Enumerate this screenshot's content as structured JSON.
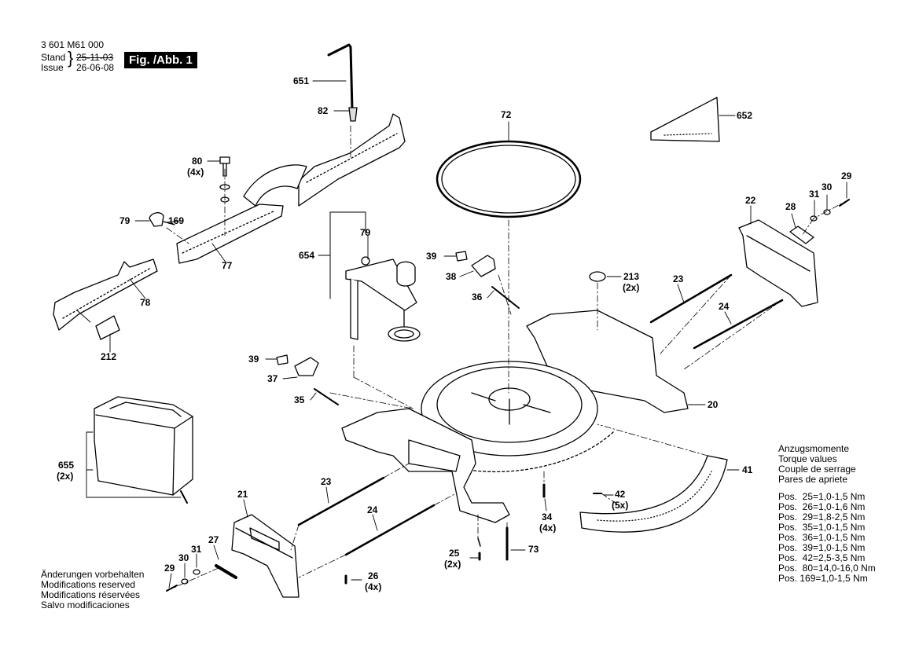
{
  "header": {
    "part_number": "3 601 M61 000",
    "stand_label": "Stand",
    "issue_label": "Issue",
    "old_date": "25-11-03",
    "new_date": "26-06-08",
    "figure": "Fig. /Abb. 1"
  },
  "parts": {
    "p651": "651",
    "p82": "82",
    "p80": "80",
    "p80q": "(4x)",
    "p79a": "79",
    "p169": "169",
    "p77": "77",
    "p78": "78",
    "p212": "212",
    "p654": "654",
    "p79b": "79",
    "p72": "72",
    "p652": "652",
    "p39a": "39",
    "p38": "38",
    "p36": "36",
    "p213": "213",
    "p213q": "(2x)",
    "p22": "22",
    "p28": "28",
    "p31a": "31",
    "p30a": "30",
    "p29a": "29",
    "p23a": "23",
    "p24a": "24",
    "p20": "20",
    "p39b": "39",
    "p37": "37",
    "p35": "35",
    "p655": "655",
    "p655q": "(2x)",
    "p21": "21",
    "p23b": "23",
    "p24b": "24",
    "p27": "27",
    "p31b": "31",
    "p30b": "30",
    "p29b": "29",
    "p26": "26",
    "p26q": "(4x)",
    "p25": "25",
    "p25q": "(2x)",
    "p73": "73",
    "p34": "34",
    "p34q": "(4x)",
    "p42": "42",
    "p42q": "(5x)",
    "p41": "41"
  },
  "torque": {
    "titles": [
      "Anzugsmomente",
      "Torque values",
      "Couple de serrage",
      "Pares de apriete"
    ],
    "rows": [
      "Pos.  25=1,0-1,5 Nm",
      "Pos.  26=1,0-1,6 Nm",
      "Pos.  29=1,8-2,5 Nm",
      "Pos.  35=1,0-1,5 Nm",
      "Pos.  36=1,0-1,5 Nm",
      "Pos.  39=1,0-1,5 Nm",
      "Pos.  42=2,5-3,5 Nm",
      "Pos.  80=14,0-16,0 Nm",
      "Pos. 169=1,0-1,5 Nm"
    ]
  },
  "notice": [
    "Änderungen vorbehalten",
    "Modifications reserved",
    "Modifications réservées",
    "Salvo modificaciones"
  ]
}
